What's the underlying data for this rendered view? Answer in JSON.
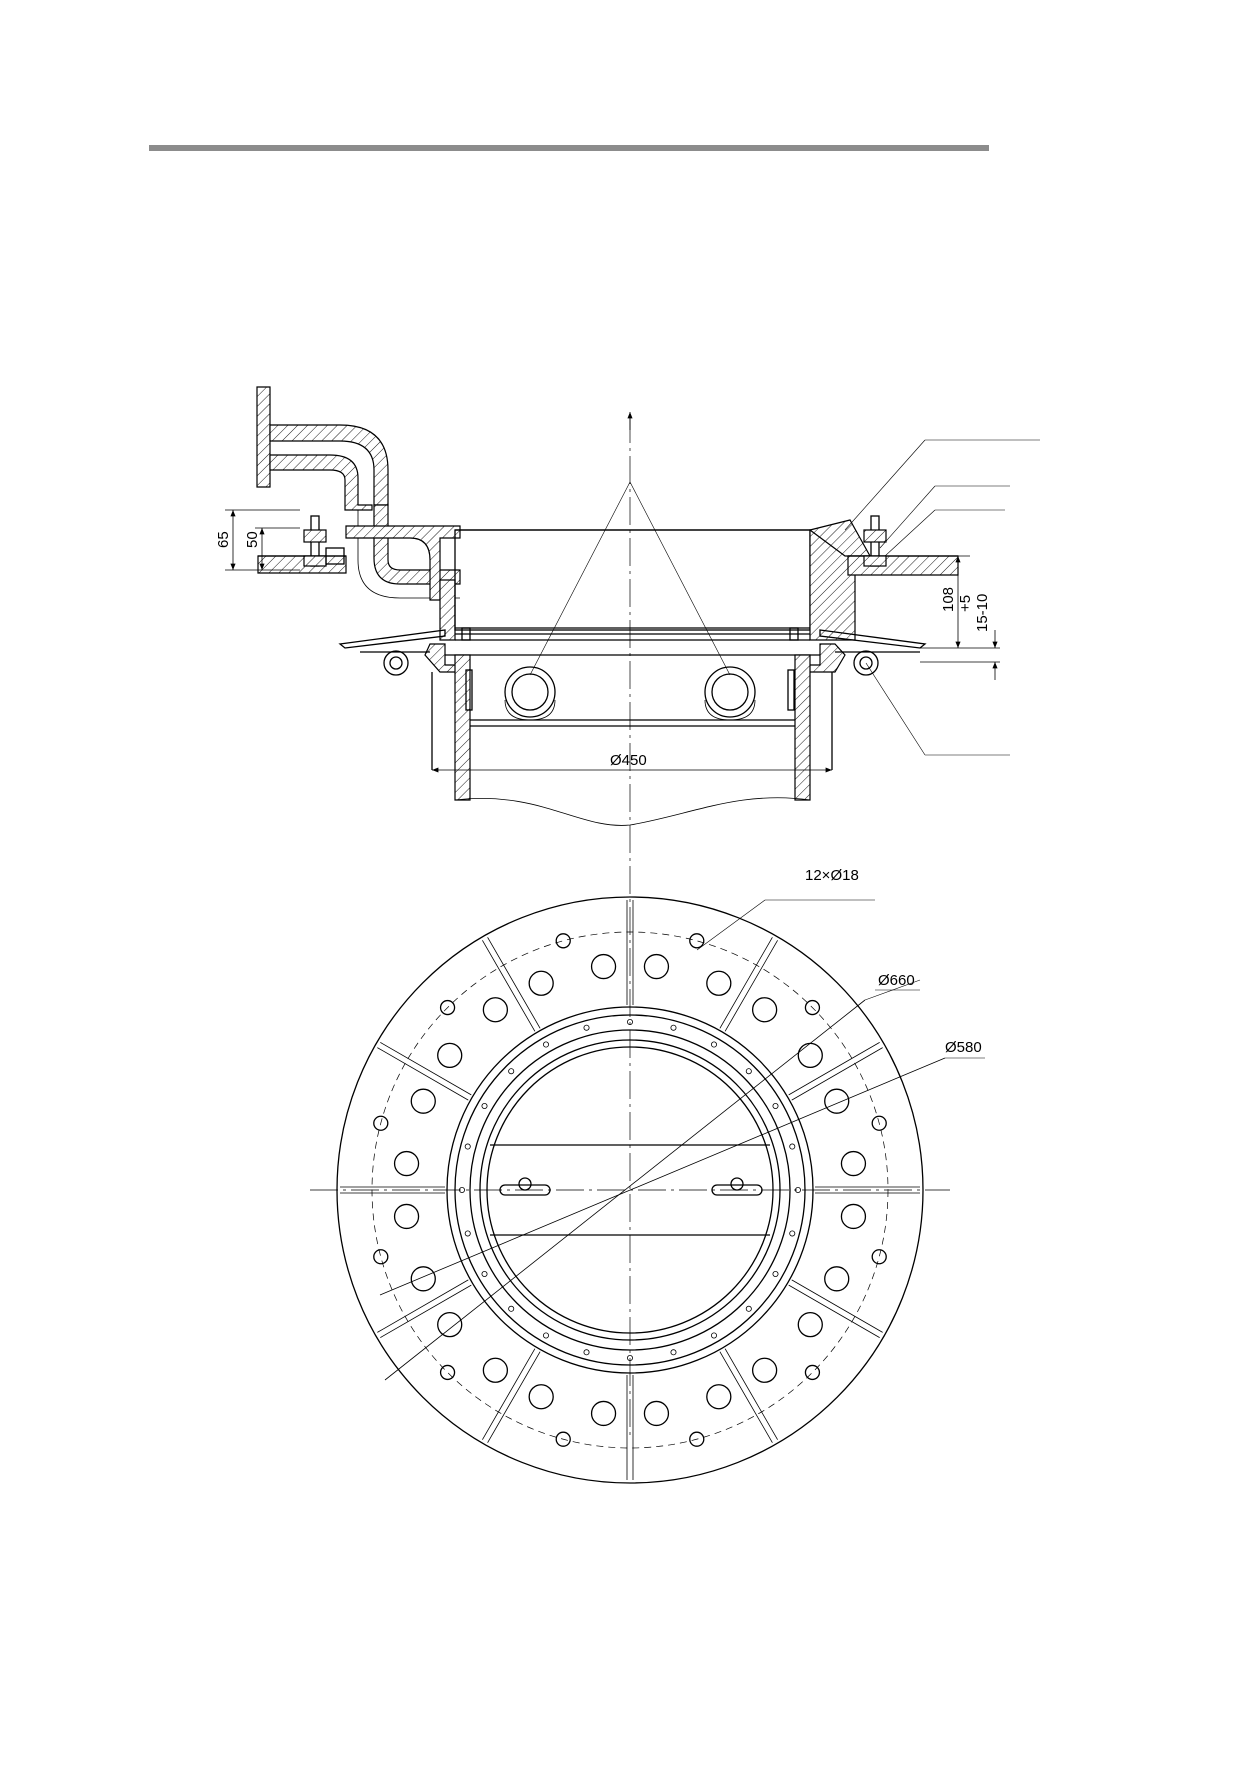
{
  "dimensions": {
    "bore_diameter": "Ø450",
    "bolt_holes": "12×Ø18",
    "outer_diameter": "Ø660",
    "bolt_circle": "Ø580",
    "height_65": "65",
    "height_50": "50",
    "height_108": "108",
    "tol_upper": "+5",
    "tol_lower": "15-10"
  },
  "colors": {
    "header_bar": "#8c8c8c",
    "line": "#000000",
    "paper": "#ffffff"
  },
  "bolt_hole_count": 12
}
